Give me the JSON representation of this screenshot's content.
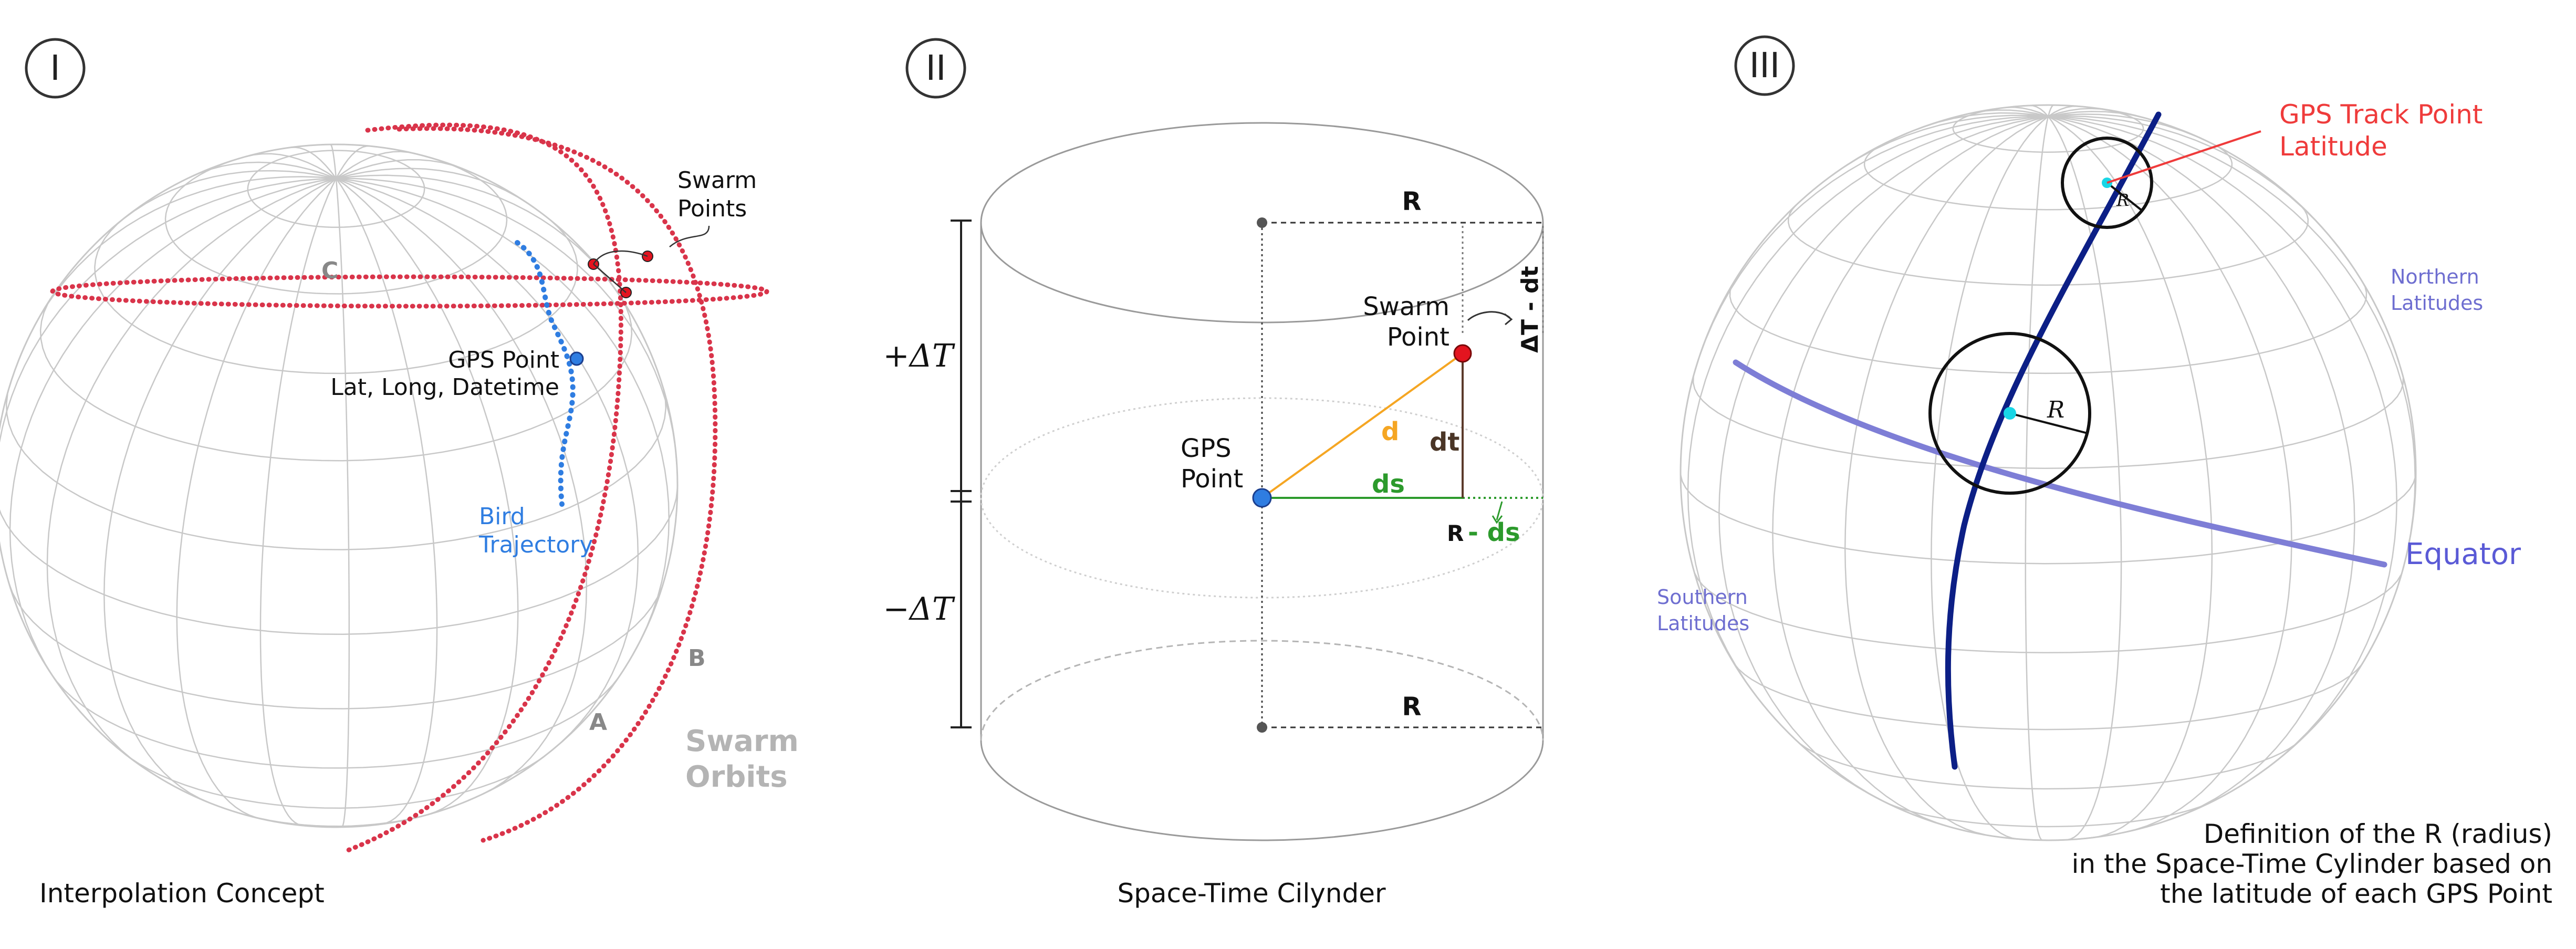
{
  "panels": [
    {
      "numeral": "I",
      "caption": "Interpolation Concept",
      "labels": {
        "swarm_points_1": "Swarm",
        "swarm_points_2": "Points",
        "gps_point": "GPS Point",
        "gps_fields": "Lat, Long, Datetime",
        "bird_1": "Bird",
        "bird_2": "Trajectory",
        "orbit_a": "A",
        "orbit_b": "B",
        "orbit_c": "C",
        "orbits_1": "Swarm",
        "orbits_2": "Orbits"
      }
    },
    {
      "numeral": "II",
      "caption": "Space-Time Cilynder",
      "labels": {
        "r_top": "R",
        "r_bottom": "R",
        "plus_dt": "+ΔT",
        "minus_dt": "−ΔT",
        "swarm_1": "Swarm",
        "swarm_2": "Point",
        "gps_1": "GPS",
        "gps_2": "Point",
        "d": "d",
        "dt": "dt",
        "ds": "ds",
        "r_minus_ds_r": "R",
        "r_minus_ds_ds": "- ds",
        "big_dt_minus_dt": "ΔT - dt"
      }
    },
    {
      "numeral": "III",
      "caption_lines": [
        "Definition of the R (radius)",
        "in the Space-Time Cylinder based on",
        "the latitude of each GPS Point"
      ],
      "labels": {
        "gps_track_1": "GPS Track Point",
        "gps_track_2": "Latitude",
        "northern_1": "Northern",
        "northern_2": "Latitudes",
        "southern_1": "Southern",
        "southern_2": "Latitudes",
        "equator": "Equator",
        "r_small": "R",
        "r_large": "R"
      }
    }
  ],
  "colors": {
    "orbit": "#d9344a",
    "trajectory": "#2f7de1",
    "gps": "#2f7de1",
    "swarm": "#e3141f",
    "d_line": "#f5a623",
    "ds_line": "#2c9a2c",
    "track": "#0c1f86",
    "equator": "#7e7ed6",
    "grid": "#c8c8c8",
    "text_gray": "#9a9a9a",
    "red_label": "#ef3b3b",
    "cyan": "#19d6e6"
  }
}
